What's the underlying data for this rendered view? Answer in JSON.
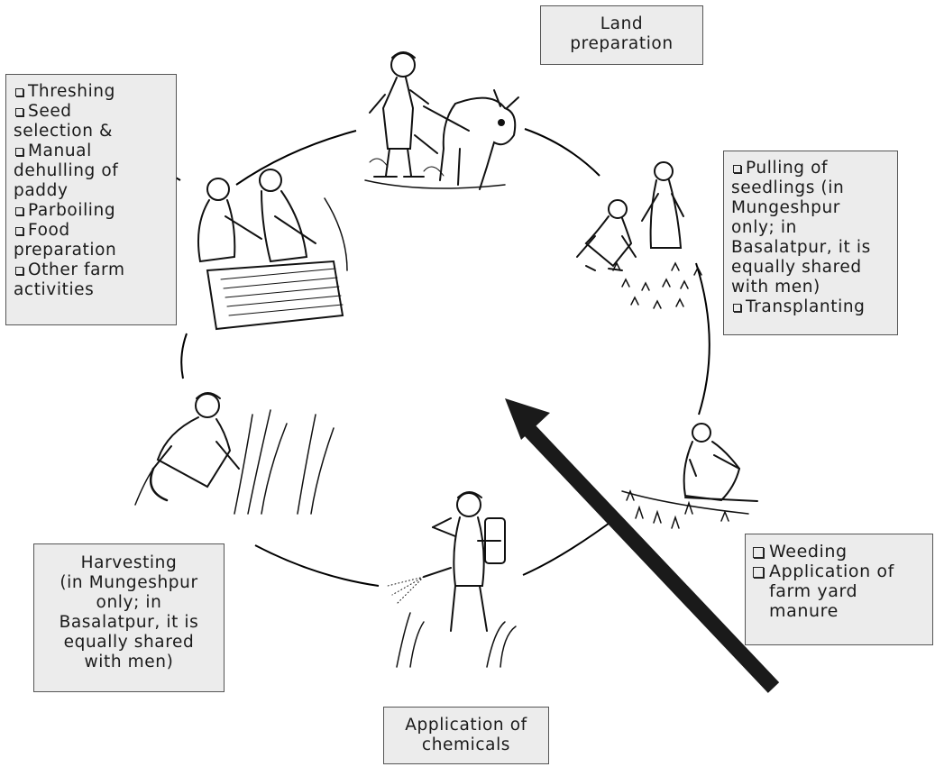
{
  "land_preparation": {
    "label_line1": "Land",
    "label_line2": "preparation"
  },
  "post_harvest": {
    "items": [
      "Threshing",
      "Seed",
      "selection &",
      "Manual",
      "dehulling of",
      "paddy",
      "Parboiling",
      "Food",
      "preparation",
      "Other farm",
      "activities"
    ]
  },
  "transplanting": {
    "lines": [
      "Pulling of",
      "seedlings (in",
      "Mungeshpur",
      "only; in",
      "Basalatpur, it is",
      "equally shared",
      "with men)",
      "Transplanting"
    ]
  },
  "weeding": {
    "lines": [
      "Weeding",
      "Application of",
      "farm yard",
      "manure"
    ]
  },
  "harvesting": {
    "lines": [
      "Harvesting",
      "(in Mungeshpur",
      "only; in",
      "Basalatpur, it is",
      "equally shared",
      "with men)"
    ]
  },
  "chemicals": {
    "label_line1": "Application of",
    "label_line2": "chemicals"
  },
  "colors": {
    "box_fill": "#ececec",
    "box_border": "#555555",
    "arrow": "#1a1a1a",
    "line": "#000000"
  }
}
